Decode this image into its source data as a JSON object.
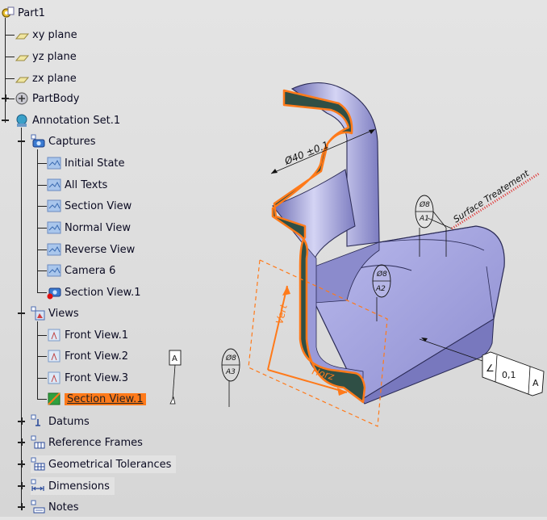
{
  "tree": {
    "root": "Part1",
    "planes": [
      "xy plane",
      "yz plane",
      "zx plane"
    ],
    "partbody": "PartBody",
    "annotation_set": "Annotation Set.1",
    "captures": {
      "label": "Captures",
      "items": [
        "Initial State",
        "All Texts",
        "Section View",
        "Normal View",
        "Reverse View",
        "Camera 6",
        "Section View.1"
      ]
    },
    "views": {
      "label": "Views",
      "items": [
        "Front View.1",
        "Front View.2",
        "Front View.3",
        "Section View.1"
      ]
    },
    "datums": "Datums",
    "reference_frames": "Reference Frames",
    "geometrical_tolerances": "Geometrical Tolerances",
    "dimensions": "Dimensions",
    "notes": "Notes"
  },
  "annotations": {
    "diameter_dim": "Ø40 ±0.1",
    "surface_note": "Surface Treatement",
    "datum_a": "A",
    "target_top_1": "Ø8",
    "target_bottom_1": "A1",
    "target_top_2": "Ø8",
    "target_bottom_2": "A2",
    "target_top_3": "Ø8",
    "target_bottom_3": "A3",
    "tol_symbol": "∠",
    "tol_value": "0,1",
    "tol_datum": "A",
    "axis_vert": "Vert",
    "axis_horz": "Horz"
  },
  "colors": {
    "part_fill": "#8e8ed0",
    "section_fill": "#2f4f45",
    "section_outline": "#ff7a1a",
    "selection": "#ff7a1a"
  }
}
